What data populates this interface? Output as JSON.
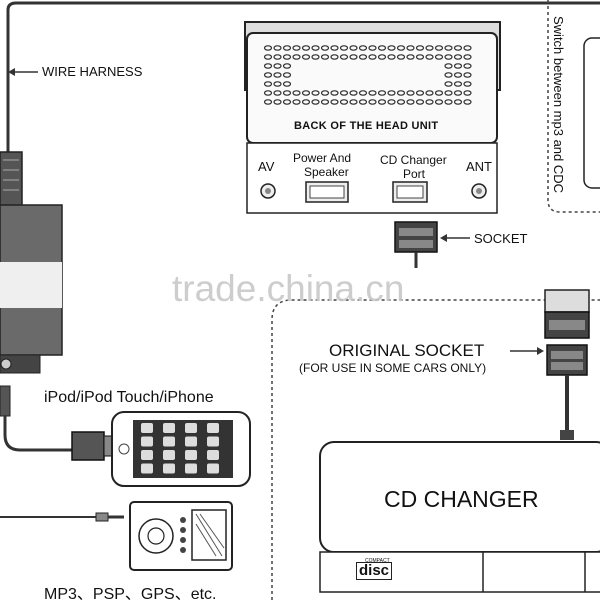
{
  "labels": {
    "wire_harness": "WIRE HARNESS",
    "head_unit_back": "BACK OF THE HEAD UNIT",
    "av": "AV",
    "power_speaker_line1": "Power And",
    "power_speaker_line2": "Speaker",
    "cd_changer_port_line1": "CD Changer",
    "cd_changer_port_line2": "Port",
    "ant": "ANT",
    "socket": "SOCKET",
    "switch_note": "Switch between mp3 and CDC",
    "original_socket": "ORIGINAL SOCKET",
    "original_socket_note": "(FOR USE IN SOME CARS ONLY)",
    "ipod_devices": "iPod/iPod Touch/iPhone",
    "cd_changer": "CD CHANGER",
    "disc_logo_small": "COMPACT",
    "disc_logo": "disc",
    "mp3_devices": "MP3、PSP、GPS、etc."
  },
  "watermark": "trade.china.cn",
  "colors": {
    "line": "#333333",
    "panel_fill": "#f2f2f2",
    "device_fill": "#6a6a6a",
    "watermark": "#c8c8c8"
  }
}
